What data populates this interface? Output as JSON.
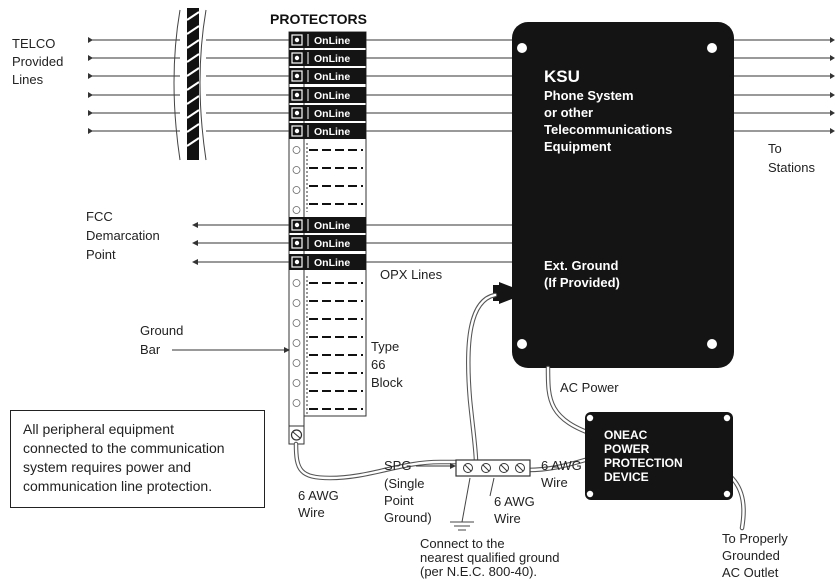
{
  "labels": {
    "protectors": "PROTECTORS",
    "telco": [
      "TELCO",
      "Provided",
      "Lines"
    ],
    "fcc": [
      "FCC",
      "Demarcation",
      "Point"
    ],
    "opx": "OPX Lines",
    "ground_bar": [
      "Ground",
      "Bar"
    ],
    "type66": [
      "Type",
      "66",
      "Block"
    ],
    "to_stations": [
      "To",
      "Stations"
    ],
    "ac_power": "AC Power",
    "spg": [
      "SPG",
      "(Single",
      "Point",
      "Ground)"
    ],
    "awg_left": [
      "6 AWG",
      "Wire"
    ],
    "awg_mid": [
      "6 AWG",
      "Wire"
    ],
    "awg_right": [
      "6 AWG",
      "Wire"
    ],
    "connect": [
      "Connect to the",
      "nearest qualified ground",
      "(per N.E.C. 800-40)."
    ],
    "outlet": [
      "To Properly",
      "Grounded",
      "AC Outlet"
    ]
  },
  "ksu": {
    "title": "KSU",
    "desc": [
      "Phone System",
      "or other",
      "Telecommunications",
      "Equipment"
    ],
    "ground": [
      "Ext. Ground",
      "(If Provided)"
    ]
  },
  "oneac": {
    "lines": [
      "ONEAC",
      "POWER",
      "PROTECTION",
      "DEVICE"
    ]
  },
  "protector_label": "OnLine",
  "note": "All peripheral equipment\nconnected to the communication\nsystem requires power and\ncommunication line protection.",
  "colors": {
    "device": "#141414",
    "ink": "#222222",
    "wire": "#555555"
  }
}
